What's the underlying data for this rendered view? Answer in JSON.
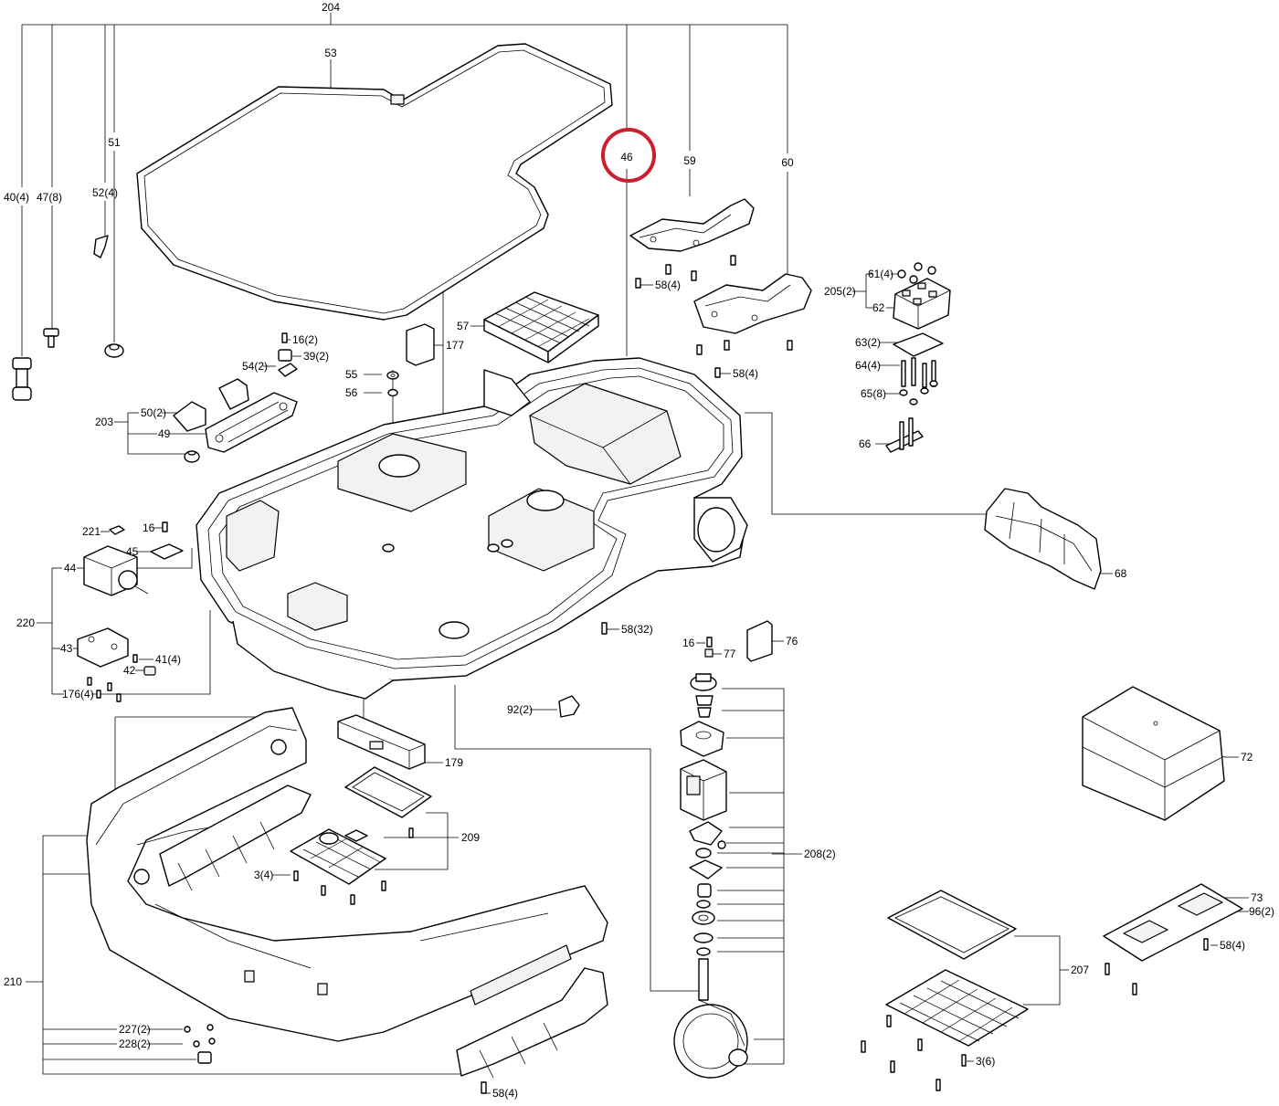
{
  "labels": {
    "l204": "204",
    "l53": "53",
    "l51": "51",
    "l52": "52(4)",
    "l40": "40(4)",
    "l47": "47(8)",
    "l46": "46",
    "l59": "59",
    "l60": "60",
    "l58a": "58(4)",
    "l58b": "58(4)",
    "l205": "205(2)",
    "l61": "61(4)",
    "l62": "62",
    "l63": "63(2)",
    "l64": "64(4)",
    "l65": "65(8)",
    "l66": "66",
    "l57": "57",
    "l177": "177",
    "l16a": "16(2)",
    "l39": "39(2)",
    "l54": "54(2)",
    "l55": "55",
    "l56": "56",
    "l203": "203",
    "l50": "50(2)",
    "l49": "49",
    "l221": "221",
    "l16b": "16",
    "l45": "45",
    "l44": "44",
    "l220": "220",
    "l43": "43",
    "l41": "41(4)",
    "l42": "42",
    "l176": "176(4)",
    "l68": "68",
    "l58c": "58(32)",
    "l16c": "16",
    "l77": "77",
    "l76": "76",
    "l92": "92(2)",
    "l179": "179",
    "l72": "72",
    "l208": "208(2)",
    "l209": "209",
    "l3a": "3(4)",
    "l210": "210",
    "l73": "73",
    "l96": "96(2)",
    "l58d": "58(4)",
    "l207": "207",
    "l227": "227(2)",
    "l228": "228(2)",
    "l58e": "58(4)",
    "l3b": "3(6)"
  },
  "highlight": {
    "label": "l46",
    "color": "#cc1f2e"
  }
}
